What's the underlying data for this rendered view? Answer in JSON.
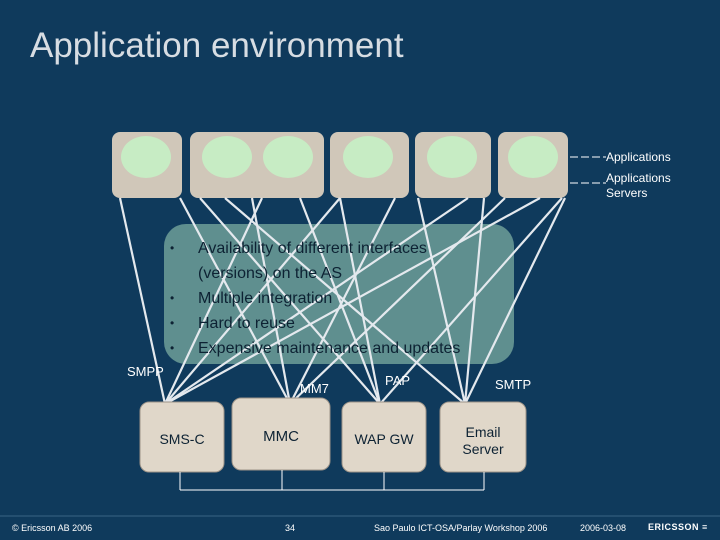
{
  "slide": {
    "title": "Application environment",
    "side_labels": {
      "applications": "Applications",
      "servers_line1": "Applications",
      "servers_line2": "Servers"
    },
    "bullets": [
      "Availability of different interfaces",
      "(versions) on the AS",
      "Multiple integration",
      "Hard to reuse",
      "Expensive maintenance and updates"
    ],
    "bullet_char": "•",
    "protocols": {
      "smpp": "SMPP",
      "mm7": "MM7",
      "pap": "PAP",
      "smtp": "SMTP"
    },
    "gateways": {
      "smsc": "SMS-C",
      "mmc": "MMC",
      "wapgw": "WAP GW",
      "email_line1": "Email",
      "email_line2": "Server"
    },
    "footer": {
      "copyright": "© Ericsson AB 2006",
      "page": "34",
      "event": "Sao Paulo ICT-OSA/Parlay Workshop 2006",
      "date": "2006-03-08",
      "logo": "ERICSSON"
    },
    "colors": {
      "background": "#0f3a5c",
      "server_box": "#d0c7b9",
      "app_oval": "#c7ecc4",
      "bullet_panel": "#5f8f8f",
      "gateway_box": "#e0d7c9"
    }
  }
}
